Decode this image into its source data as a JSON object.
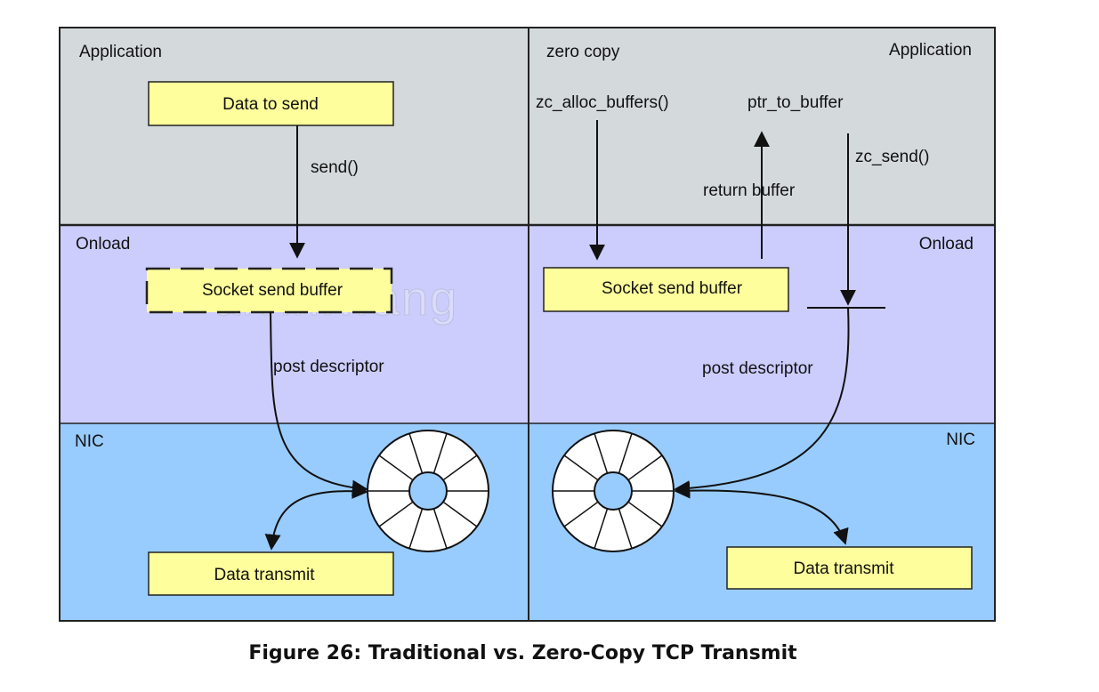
{
  "diagram": {
    "left": {
      "layer_application": "Application",
      "layer_onload": "Onload",
      "layer_nic": "NIC",
      "box_data_to_send": "Data to send",
      "edge_send": "send()",
      "box_socket_send_buffer": "Socket send buffer",
      "edge_post_descriptor": "post descriptor",
      "box_data_transmit": "Data transmit"
    },
    "right": {
      "title_zero_copy": "zero copy",
      "layer_application": "Application",
      "layer_onload": "Onload",
      "layer_nic": "NIC",
      "label_zc_alloc_buffers": "zc_alloc_buffers()",
      "label_ptr_to_buffer": "ptr_to_buffer",
      "label_zc_send": "zc_send()",
      "label_return_buffer": "return buffer",
      "box_socket_send_buffer": "Socket send buffer",
      "edge_post_descriptor": "post descriptor",
      "box_data_transmit": "Data transmit"
    },
    "watermark": "alvin.wang",
    "colors": {
      "application_band": "#d4d9dc",
      "onload_band": "#cccdfd",
      "nic_band": "#99ccfe",
      "box_fill": "#fefe9c"
    }
  },
  "caption": "Figure 26:  Traditional vs. Zero-Copy TCP Transmit"
}
